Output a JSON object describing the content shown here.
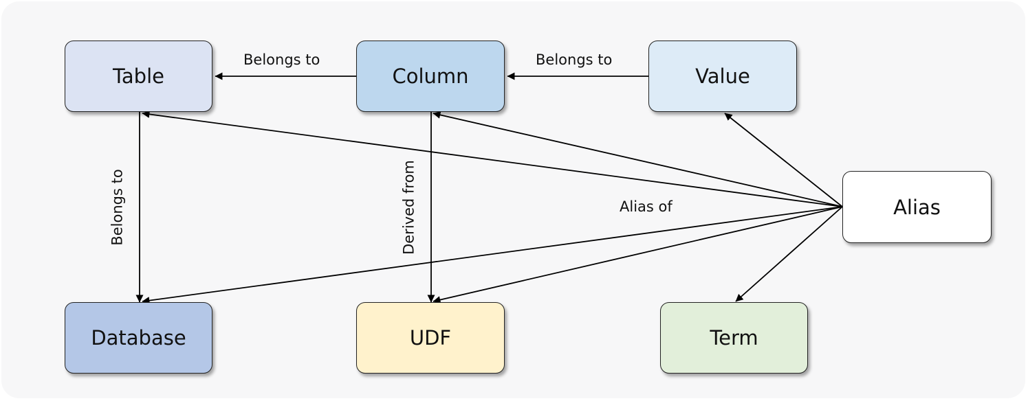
{
  "nodes": {
    "table": {
      "label": "Table",
      "fill": "#dce3f3"
    },
    "column": {
      "label": "Column",
      "fill": "#bdd7ee"
    },
    "value": {
      "label": "Value",
      "fill": "#ddebf7"
    },
    "alias": {
      "label": "Alias",
      "fill": "#ffffff"
    },
    "database": {
      "label": "Database",
      "fill": "#b4c7e7"
    },
    "udf": {
      "label": "UDF",
      "fill": "#fff2cc"
    },
    "term": {
      "label": "Term",
      "fill": "#e2efda"
    }
  },
  "edge_labels": {
    "column_to_table": "Belongs to",
    "value_to_column": "Belongs to",
    "table_to_database": "Belongs to",
    "column_to_udf": "Derived from",
    "alias_of": "Alias of"
  }
}
